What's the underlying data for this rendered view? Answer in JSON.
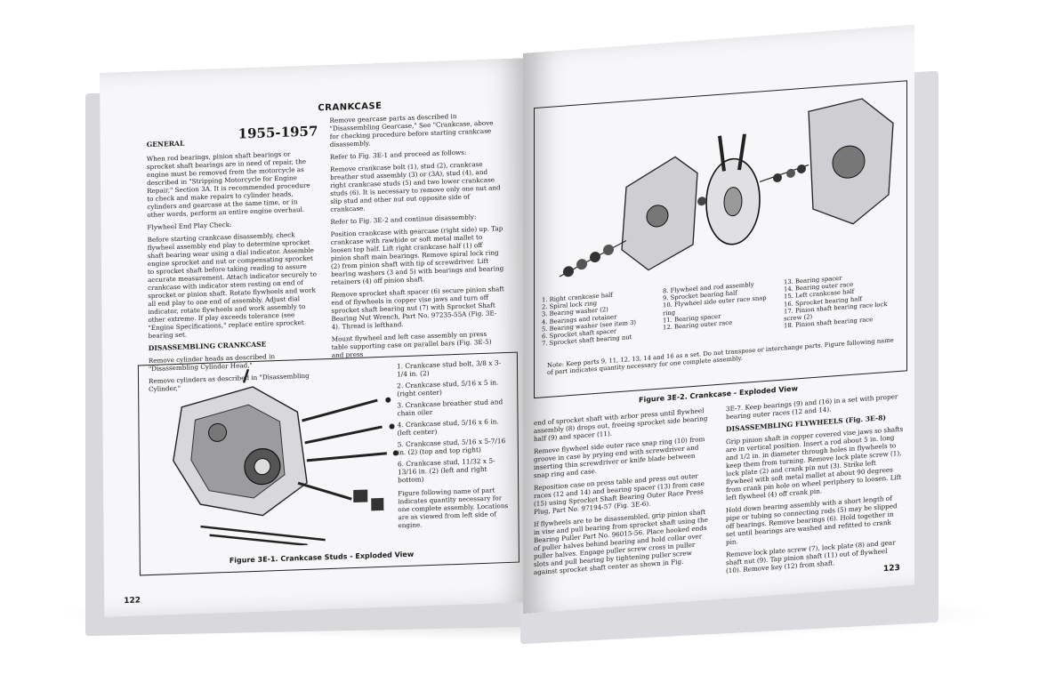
{
  "left_page": {
    "title": "CRANKCASE",
    "section_general": "GENERAL",
    "years": "1955-1957",
    "col1": [
      "When rod bearings, pinion shaft bearings or sprocket shaft bearings are in need of repair, the engine must be removed from the motorcycle as described in \"Stripping Motorcycle for Engine Repair,\" Section 3A. It is recommended procedure to check and make repairs to cylinder heads, cylinders and gearcase at the same time, or in other words, perform an entire engine overhaul.",
      "Flywheel End Play Check:",
      "Before starting crankcase disassembly, check flywheel assembly end play to determine sprocket shaft bearing wear using a dial indicator. Assemble engine sprocket and nut or compensating sprocket to sprocket shaft before taking reading to assure accurate measurement. Attach indicator securely to crankcase with indicator stem resting on end of sprocket or pinion shaft. Rotate flywheels and work all end play to one end of assembly. Adjust dial indicator, rotate flywheels and work assembly to other extreme. If play exceeds tolerance (see \"Engine Specifications,\" replace entire sprocket bearing set.",
      "DISASSEMBLING CRANKCASE",
      "Remove cylinder heads as described in \"Disassembling Cylinder Head,\"",
      "Remove cylinders as described in \"Disassembling Cylinder,\""
    ],
    "col2": [
      "Remove gearcase parts as described in \"Disassembling Gearcase,\" See \"Crankcase, above for checking procedure before starting crankcase disassembly.",
      "Refer to Fig. 3E-1 and proceed as follows:",
      "Remove crankcase bolt (1), stud (2), crankcase breather stud assembly (3) or (3A), stud (4), and right crankcase studs (5) and two lower crankcase studs (6). It is necessary to remove only one nut and slip stud and other nut out opposite side of crankcase.",
      "Refer to Fig. 3E-2 and continue disassembly:",
      "Position crankcase with gearcase (right side) up. Tap crankcase with rawhide or soft metal mallet to loosen top half. Lift right crankcase half (1) off pinion shaft main bearings. Remove spiral lock ring (2) from pinion shaft with tip of screwdriver. Lift bearing washers (3 and 5) with bearings and bearing retainers (4) off pinion shaft.",
      "Remove sprocket shaft spacer (6) secure pinion shaft end of flywheels in copper vise jaws and turn off sprocket shaft bearing nut (7) with Sprocket Shaft Bearing Nut Wrench, Part No. 97235-55A (Fig. 3E-4). Thread is lefthand.",
      "Mount flywheel and left case assembly on press table supporting case on parallel bars (Fig. 3E-5) and press"
    ],
    "parts": [
      "1. Crankcase stud bolt, 3/8 x 3-1/4 in. (2)",
      "2. Crankcase stud, 5/16 x 5 in. (right center)",
      "3. Crankcase breather stud and chain oiler",
      "4. Crankcase stud, 5/16 x 6 in. (left center)",
      "5. Crankcase stud, 5/16 x 5-7/16 in. (2) (top and top right)",
      "6. Crankcase stud, 11/32 x 5-13/16 in. (2) (left and right bottom)"
    ],
    "note": "Figure following name of part indicates quantity necessary for one complete assembly. Locations are as viewed from left side of engine.",
    "caption": "Figure 3E-1. Crankcase Studs - Exploded View",
    "page_number": "122"
  },
  "right_page": {
    "legend_col1": [
      "1. Right crankcase half",
      "2. Spiral lock ring",
      "3. Bearing washer (2)",
      "4. Bearings and retainer",
      "5. Bearing washer (see item 3)",
      "6. Sprocket shaft spacer",
      "7. Sprocket shaft bearing nut"
    ],
    "legend_col2": [
      "8. Flywheel and rod assembly",
      "9. Sprocket bearing half",
      "10. Flywheel side outer race snap ring",
      "11. Bearing spacer",
      "12. Bearing outer race"
    ],
    "legend_col3": [
      "13. Bearing spacer",
      "14. Bearing outer race",
      "15. Left crankcase half",
      "16. Sprocket bearing half",
      "17. Pinion shaft bearing race lock screw (2)",
      "18. Pinion shaft bearing race"
    ],
    "note": "Note: Keep parts 9, 11, 12, 13, 14 and 16 as a set. Do not transpose or interchange parts. Figure following name of part indicates quantity necessary for one complete assembly.",
    "caption": "Figure 3E-2. Crankcase - Exploded View",
    "col1": [
      "end of sprocket shaft with arbor press until flywheel assembly (8) drops out, freeing sprocket side bearing half (9) and spacer (11).",
      "Remove flywheel side outer race snap ring (10) from groove in case by prying end with screwdriver and inserting thin screwdriver or knife blade between snap ring and case.",
      "Reposition case on press table and press out outer races (12 and 14) and bearing spacer (13) from case (15) using Sprocket Shaft Bearing Outer Race Press Plug, Part No. 97194-57 (Fig. 3E-6).",
      "If flywheels are to be disassembled, grip pinion shaft in vise and pull bearing from sprocket shaft using the Bearing Puller Part No. 96015-56. Place hooked ends of puller halves behind bearing and hold collar over puller halves. Engage puller screw cross in puller slots and pull bearing by tightening puller screw against sprocket shaft center as shown in Fig."
    ],
    "col2": [
      "3E-7. Keep bearings (9) and (16) in a set with proper bearing outer races (12 and 14).",
      "DISASSEMBLING FLYWHEELS (Fig. 3E-8)",
      "Grip pinion shaft in copper covered vise jaws so shafts are in vertical position. Insert a rod about 5 in. long and 1/2 in. in diameter through holes in flywheels to keep them from turning. Remove lock plate screw (1), lock plate (2) and crank pin nut (3). Strike left flywheel with soft metal mallet at about 90 degrees from crank pin hole on wheel periphery to loosen. Lift left flywheel (4) off crank pin.",
      "Hold down bearing assembly with a short length of pipe or tubing so connecting rods (5) may be slipped off bearings. Remove bearings (6). Hold together in set until bearings are washed and refitted to crank pin.",
      "Remove lock plate screw (7), lock plate (8) and gear shaft nut (9). Tap pinion shaft (11) out of flywheel (10). Remove key (12) from shaft."
    ],
    "page_number": "123"
  }
}
